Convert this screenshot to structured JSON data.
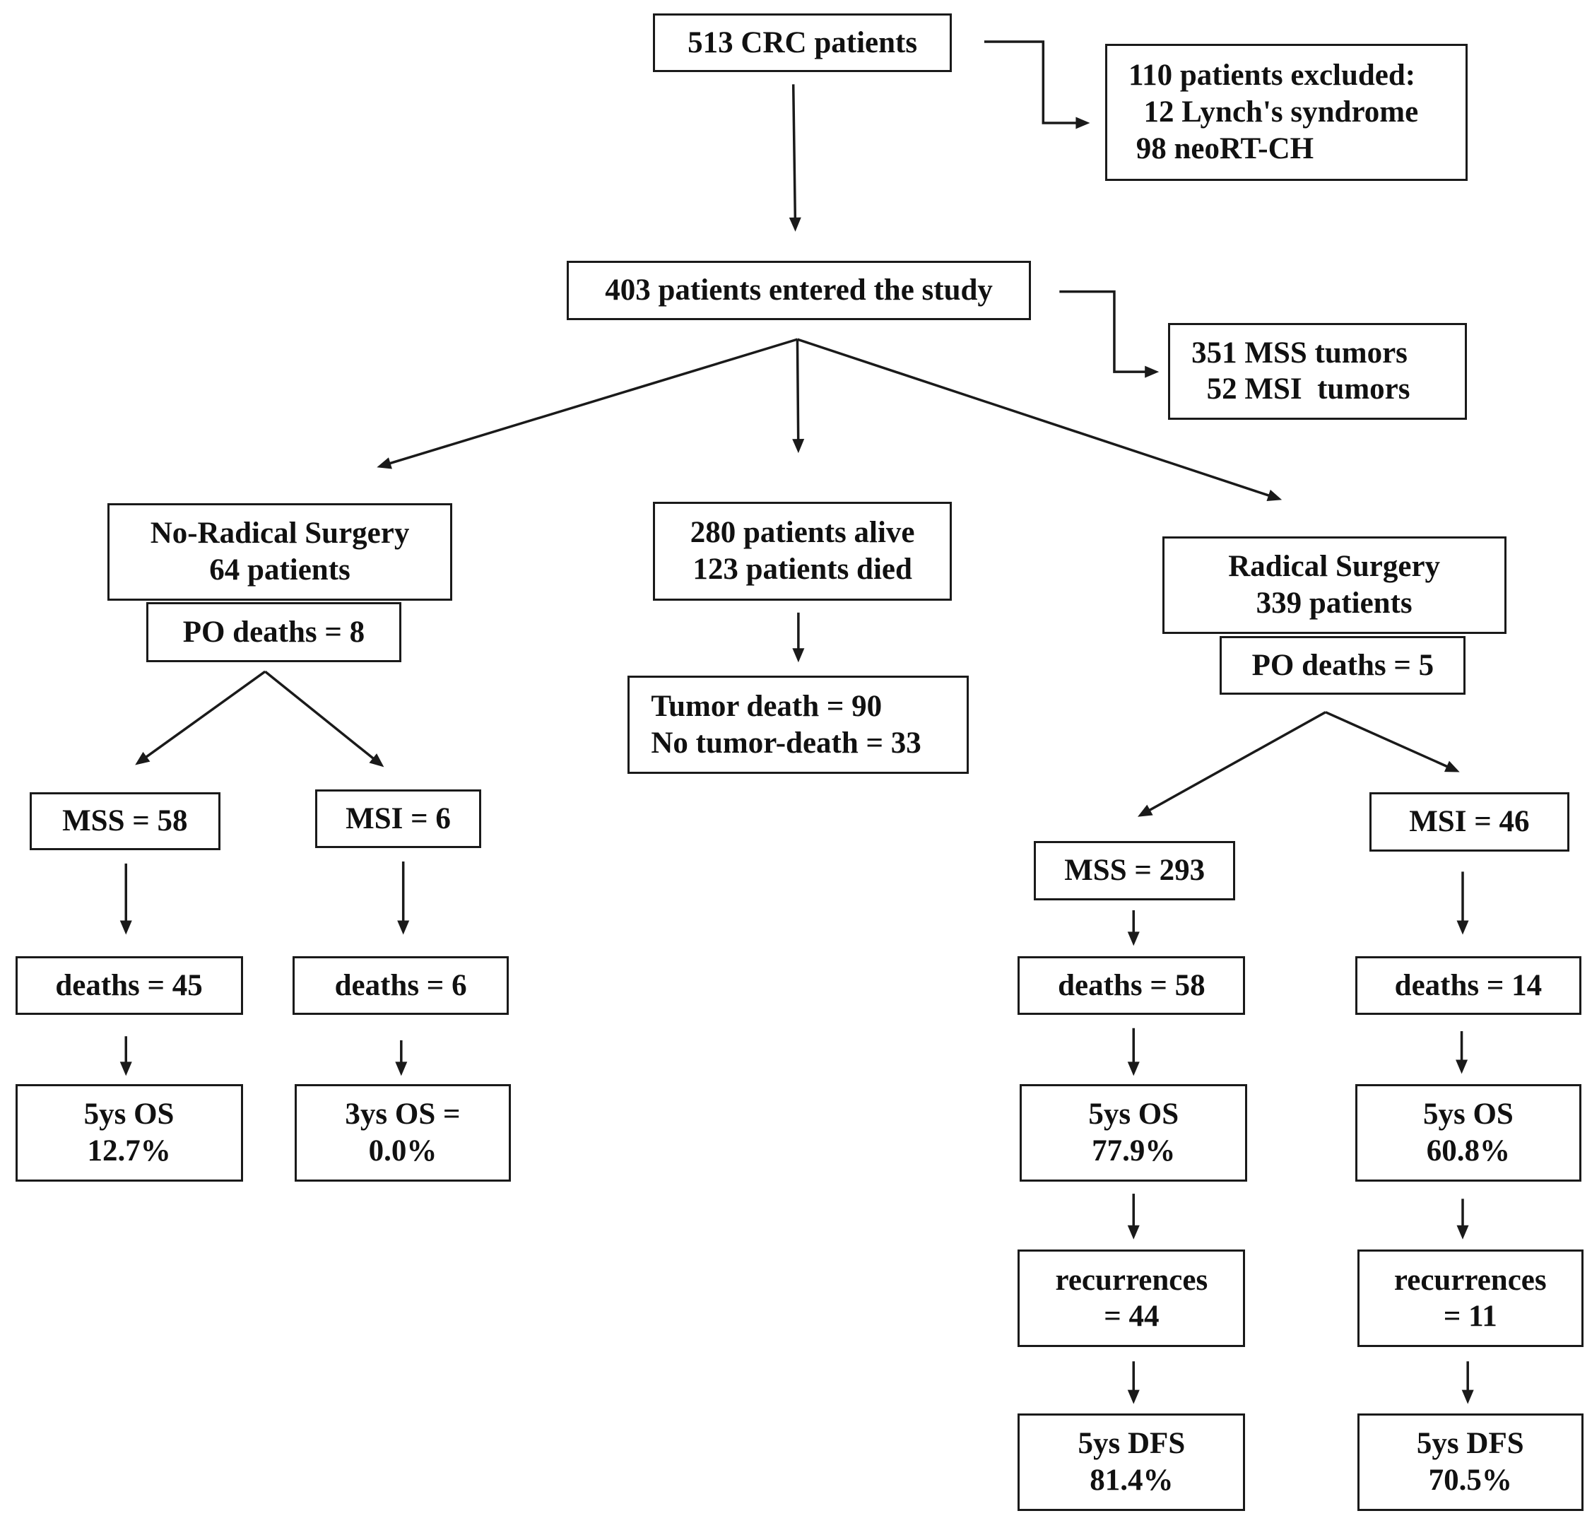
{
  "boxes": {
    "crc": {
      "lines": [
        "513 CRC patients"
      ]
    },
    "excluded": {
      "lines": [
        "110 patients excluded:",
        "  12 Lynch's syndrome",
        " 98 neoRT-CH"
      ]
    },
    "entered": {
      "lines": [
        "403 patients entered the study"
      ]
    },
    "tumors": {
      "lines": [
        "351 MSS tumors",
        "  52 MSI  tumors"
      ]
    },
    "noradical": {
      "lines": [
        "No-Radical Surgery",
        "64 patients"
      ]
    },
    "alive": {
      "lines": [
        "280 patients alive",
        "123 patients died"
      ]
    },
    "radical": {
      "lines": [
        "Radical Surgery",
        "339 patients"
      ]
    },
    "po_left": {
      "lines": [
        "PO deaths = 8"
      ]
    },
    "po_right": {
      "lines": [
        "PO deaths = 5"
      ]
    },
    "tumordeath": {
      "lines": [
        "Tumor death = 90",
        "No tumor-death = 33"
      ]
    },
    "mss_left": {
      "lines": [
        "MSS = 58"
      ]
    },
    "msi_left": {
      "lines": [
        "MSI = 6"
      ]
    },
    "mss_right": {
      "lines": [
        "MSS = 293"
      ]
    },
    "msi_right": {
      "lines": [
        "MSI = 46"
      ]
    },
    "deaths_mss_left": {
      "lines": [
        "deaths = 45"
      ]
    },
    "deaths_msi_left": {
      "lines": [
        "deaths = 6"
      ]
    },
    "deaths_mss_right": {
      "lines": [
        "deaths = 58"
      ]
    },
    "deaths_msi_right": {
      "lines": [
        "deaths = 14"
      ]
    },
    "os_mss_left": {
      "lines": [
        "5ys OS",
        "12.7%"
      ]
    },
    "os_msi_left": {
      "lines": [
        "3ys OS =",
        "0.0%"
      ]
    },
    "os_mss_right": {
      "lines": [
        "5ys OS",
        "77.9%"
      ]
    },
    "os_msi_right": {
      "lines": [
        "5ys OS",
        "60.8%"
      ]
    },
    "rec_mss_right": {
      "lines": [
        "recurrences",
        "= 44"
      ]
    },
    "rec_msi_right": {
      "lines": [
        "recurrences",
        "= 11"
      ]
    },
    "dfs_mss_right": {
      "lines": [
        "5ys DFS",
        "81.4%"
      ]
    },
    "dfs_msi_right": {
      "lines": [
        "5ys DFS",
        "70.5%"
      ]
    }
  }
}
